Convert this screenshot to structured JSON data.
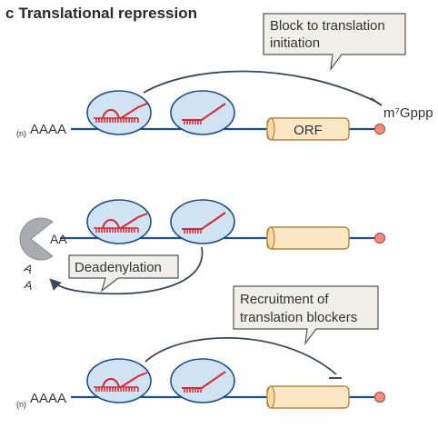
{
  "panel": {
    "letter": "c",
    "title": "Translational repression"
  },
  "labels": {
    "poly_a_tail": "AAAA",
    "poly_a_subscript": "(n)",
    "orf": "ORF",
    "cap": "m⁷Gppp",
    "shortened_tail": "AA",
    "released_a1": "A",
    "released_a2": "A"
  },
  "callouts": {
    "block_initiation": [
      "Block to translation",
      "initiation"
    ],
    "deadenylation": [
      "Deadenylation"
    ],
    "recruitment": [
      "Recruitment of",
      "translation blockers"
    ]
  },
  "colors": {
    "line": "#1f4e8c",
    "oval_fill": "#cfe3f3",
    "oval_stroke": "#1f4e8c",
    "mirna": "#d7282f",
    "orf_fill": "#fbe7c4",
    "orf_stroke": "#b8863b",
    "cap_fill": "#f08f76",
    "cap_stroke": "#c0504d",
    "callout_fill": "#f1efe9",
    "callout_stroke": "#555555",
    "arrow": "#3d4a58",
    "deadenylase": "#a9acb0"
  }
}
